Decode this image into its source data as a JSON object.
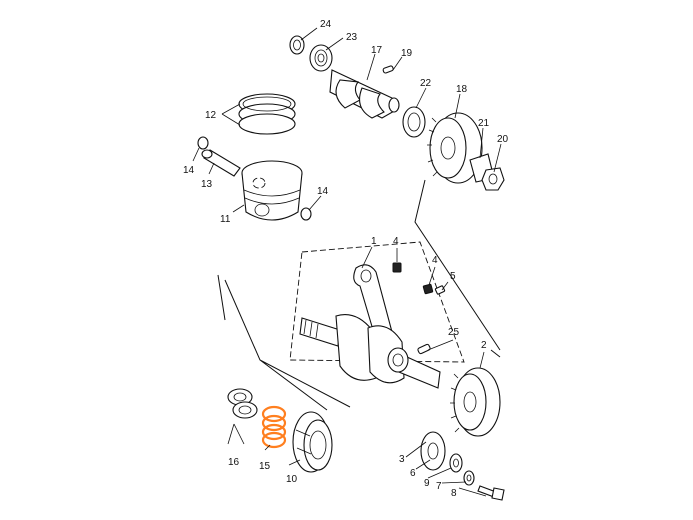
{
  "highlight_color": "#ff7f1f",
  "highlighted_part": "15",
  "callouts": {
    "c1": "1",
    "c2": "2",
    "c3": "3",
    "c4a": "4",
    "c4b": "4",
    "c5": "5",
    "c6": "6",
    "c7": "7",
    "c8": "8",
    "c9": "9",
    "c10": "10",
    "c11": "11",
    "c12": "12",
    "c13": "13",
    "c14a": "14",
    "c14b": "14",
    "c15": "15",
    "c16": "16",
    "c17": "17",
    "c18": "18",
    "c19": "19",
    "c20": "20",
    "c21": "21",
    "c22": "22",
    "c23": "23",
    "c24": "24",
    "c25": "25"
  }
}
